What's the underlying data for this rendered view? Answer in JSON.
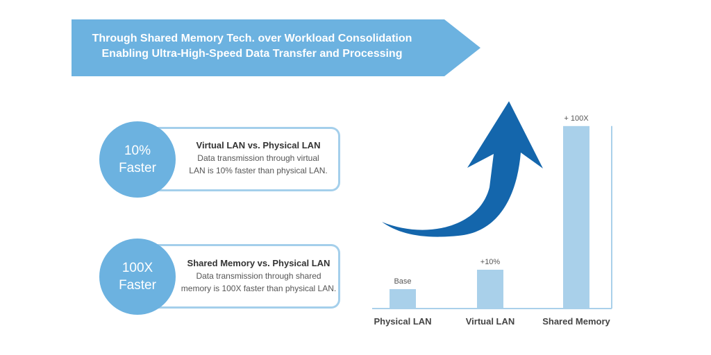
{
  "banner": {
    "line1": "Through Shared Memory Tech. over Workload Consolidation",
    "line2": "Enabling Ultra-High-Speed Data Transfer and Processing",
    "color": "#6cb2e0"
  },
  "cards": [
    {
      "badge_line1": "10%",
      "badge_line2": "Faster",
      "title": "Virtual LAN vs. Physical LAN",
      "desc_line1": "Data transmission through virtual",
      "desc_line2": "LAN is 10% faster than physical LAN."
    },
    {
      "badge_line1": "100X",
      "badge_line2": "Faster",
      "title": "Shared Memory vs. Physical LAN",
      "desc_line1": "Data transmission through shared",
      "desc_line2": "memory is 100X faster than physical LAN."
    }
  ],
  "colors": {
    "circle": "#6cb2e0",
    "card_border": "#a4cfeb",
    "bar": "#a9d0ea",
    "axis": "#a9d0ea",
    "arrow": "#1466ac"
  },
  "chart_data": {
    "type": "bar",
    "title": "",
    "xlabel": "",
    "ylabel": "",
    "categories": [
      "Physical LAN",
      "Virtual LAN",
      "Shared Memory"
    ],
    "value_labels": [
      "Base",
      "+10%",
      "+ 100X"
    ],
    "relative_heights": [
      1,
      2,
      9.4
    ],
    "note": "Illustrative (non-linear) bar heights; relative to Physical LAN bar",
    "grid": false,
    "legend": "none"
  }
}
